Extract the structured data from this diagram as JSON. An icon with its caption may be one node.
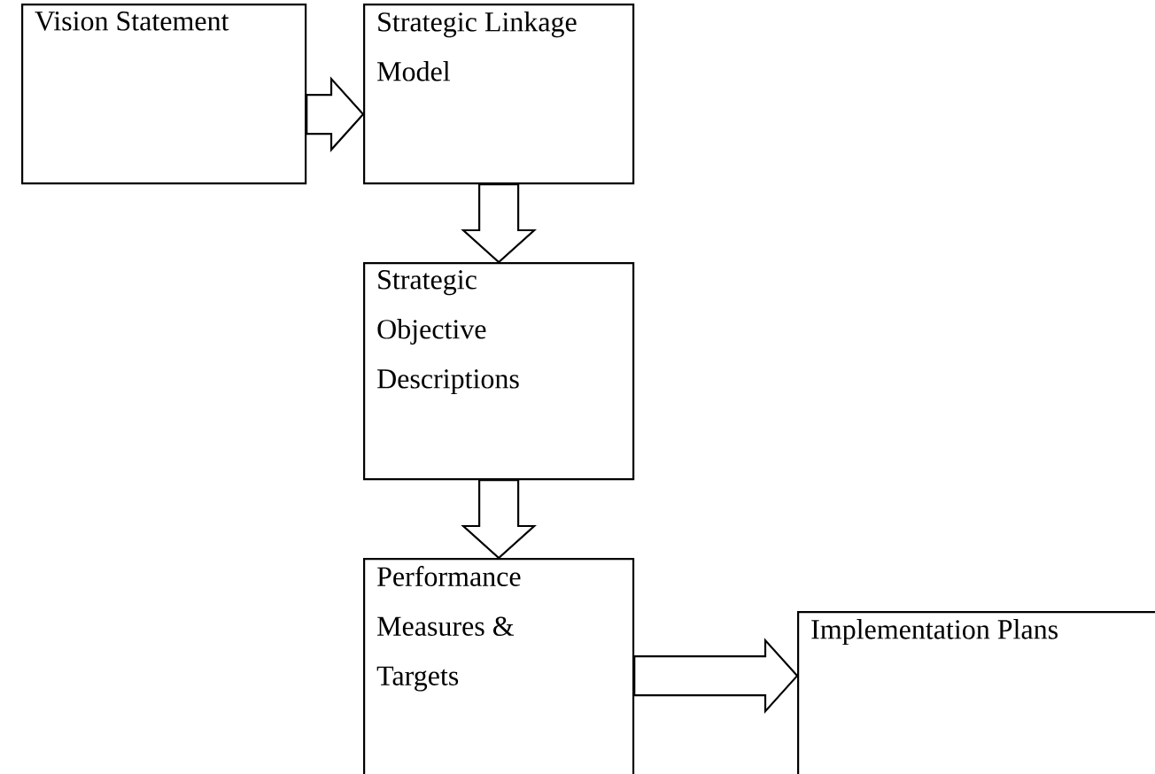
{
  "diagram": {
    "nodes": [
      {
        "text": [
          "Vision Statement"
        ]
      },
      {
        "text": [
          "Strategic Linkage Model"
        ]
      },
      {
        "text": [
          "Strategic Objective Descriptions"
        ]
      },
      {
        "text": [
          "Performance Measures & Targets"
        ]
      },
      {
        "text": [
          "Implementation Plans"
        ]
      }
    ],
    "edges": [
      {
        "from": 0,
        "to": 1,
        "arrow": "to"
      },
      {
        "from": 1,
        "to": 2,
        "arrow": "to"
      },
      {
        "from": 2,
        "to": 3,
        "arrow": "to"
      },
      {
        "from": 3,
        "to": 4,
        "arrow": "to"
      }
    ]
  }
}
